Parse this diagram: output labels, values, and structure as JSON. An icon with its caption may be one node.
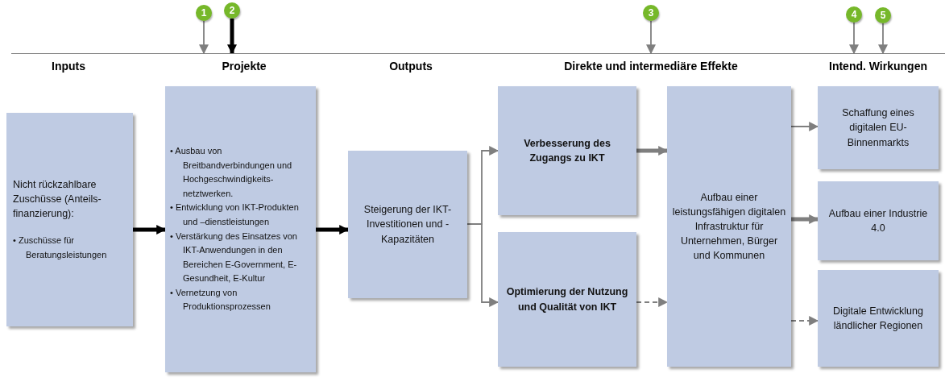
{
  "diagram": {
    "nodes": [
      {
        "text": [
          "Nicht rückzahlbare Zuschüsse (Anteils-finanzierung):",
          "• Zuschüsse für Beratungsleistungen"
        ]
      },
      {
        "text": [
          "• Ausbau von Breitbandverbindungen und Hochgeschwindigkeits-netztwerken.",
          "• Entwicklung von IKT-Produkten und –dienstleistungen",
          "• Verstärkung des Einsatzes von IKT-Anwendungen in den Bereichen E-Government, E-Gesundheit, E-Kultur",
          "• Vernetzung von Produktionsprozessen"
        ]
      },
      {
        "text": [
          "Steigerung der IKT-Investitionen und -Kapazitäten"
        ]
      },
      {
        "text": [
          "Verbesserung des Zugangs zu IKT"
        ]
      },
      {
        "text": [
          "Optimierung der Nutzung und Qualität von IKT"
        ]
      },
      {
        "text": [
          "Aufbau einer leistungsfähigen digitalen Infrastruktur für Unternehmen, Bürger und Kommunen"
        ]
      },
      {
        "text": [
          "Schaffung eines digitalen EU-Binnenmarkts"
        ]
      },
      {
        "text": [
          "Aufbau einer Industrie 4.0"
        ]
      },
      {
        "text": [
          "Digitale Entwicklung ländlicher Regionen"
        ]
      },
      {
        "text": [
          "1"
        ]
      },
      {
        "text": [
          "2"
        ]
      },
      {
        "text": [
          "3"
        ]
      },
      {
        "text": [
          "4"
        ]
      },
      {
        "text": [
          "5"
        ]
      },
      {
        "text": [],
        "shape": "line"
      }
    ],
    "edges": [
      {
        "from": 0,
        "to": 1,
        "arrow": "to",
        "style": "thick",
        "color": "#000000"
      },
      {
        "from": 1,
        "to": 2,
        "arrow": "to",
        "style": "thick",
        "color": "#000000"
      },
      {
        "from": 2,
        "to": 3,
        "arrow": "to"
      },
      {
        "from": 2,
        "to": 4,
        "arrow": "to"
      },
      {
        "from": 3,
        "to": 5,
        "arrow": "to",
        "style": "thick"
      },
      {
        "from": 4,
        "to": 5,
        "arrow": "to",
        "style": "dashed"
      },
      {
        "from": 5,
        "to": 6,
        "arrow": "to"
      },
      {
        "from": 5,
        "to": 7,
        "arrow": "to",
        "style": "thick"
      },
      {
        "from": 5,
        "to": 8,
        "arrow": "to",
        "style": "dashed"
      },
      {
        "from": 9,
        "to": 14,
        "arrow": "to"
      },
      {
        "from": 10,
        "to": 14,
        "arrow": "to",
        "style": "thick",
        "color": "#000000"
      },
      {
        "from": 11,
        "to": 14,
        "arrow": "to"
      },
      {
        "from": 12,
        "to": 14,
        "arrow": "to"
      },
      {
        "from": 13,
        "to": 14,
        "arrow": "to"
      }
    ],
    "labels": [
      "Inputs",
      "Projekte",
      "Outputs",
      "Direkte und intermediäre Effekte",
      "Intend. Wirkungen"
    ]
  }
}
